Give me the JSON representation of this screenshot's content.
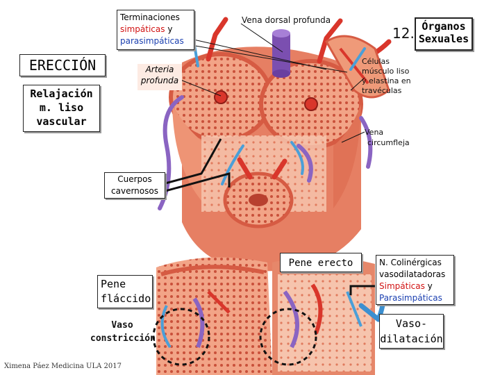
{
  "slide_number": "12.",
  "header": {
    "line1": "Órganos",
    "line2": "Sexuales"
  },
  "main_title": "ERECCIÓN",
  "subtitle": {
    "line1": "Relajación",
    "line2": "m. liso",
    "line3": "vascular"
  },
  "labels": {
    "terminaciones": {
      "line1": "Terminaciones",
      "simp": "simpáticas",
      "y": " y",
      "para": "parasimpáticas"
    },
    "vena_dorsal": "Vena dorsal profunda",
    "arteria": {
      "line1": "Arteria",
      "line2": "profunda"
    },
    "celulas": {
      "line1": "Células",
      "line2": "músculo liso",
      "line3": "y elastina en",
      "line4": "travéculas"
    },
    "vena_circ": {
      "line1": "Vena",
      "line2": "circumfleja"
    },
    "cuerpos": {
      "line1": "Cuerpos",
      "line2": "cavernosos"
    },
    "pene_erecto": "Pene erecto",
    "pene_flaccido": {
      "line1": "Pene",
      "line2": "fláccido"
    },
    "vaso_constriccion": {
      "line1": "Vaso",
      "line2": "constricción"
    },
    "n_colinergicas": {
      "line1": "N. Colinérgicas",
      "line2": "vasodilatadoras",
      "simp": "Simpáticas",
      "y": " y",
      "para": "Parasimpáticas"
    },
    "vasodilatacion": {
      "line1": "Vaso-",
      "line2": "dilatación"
    }
  },
  "credit": "Ximena Páez Medicina ULA 2017",
  "colors": {
    "tissue": "#e8795e",
    "tissue_light": "#f4b49a",
    "artery": "#d9362b",
    "vein": "#7b4fb0",
    "nerve": "#4a9fd8",
    "text_red": "#d11212",
    "text_blue": "#1a3fb0"
  }
}
